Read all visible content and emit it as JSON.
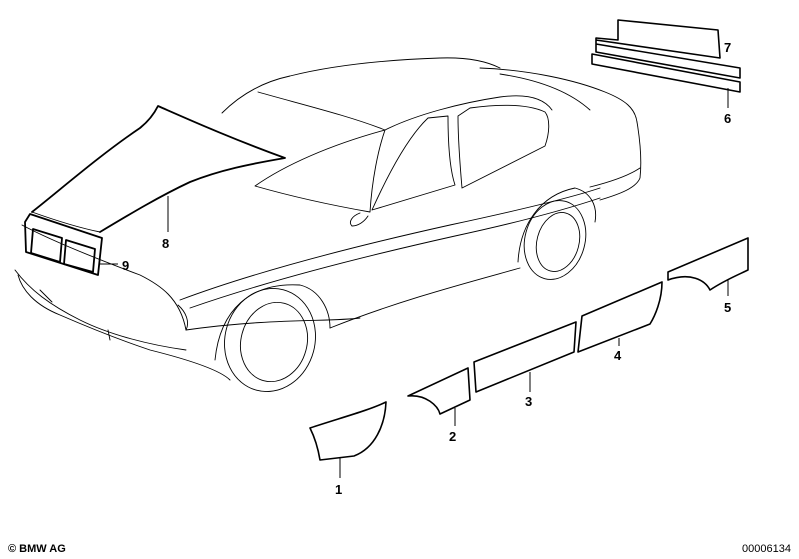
{
  "callouts": {
    "p1": "1",
    "p2": "2",
    "p3": "3",
    "p4": "4",
    "p5": "5",
    "p6": "6",
    "p7": "7",
    "p8": "8",
    "p9": "9"
  },
  "footer": {
    "copyright": "© BMW AG",
    "drawing_number": "00006134"
  },
  "colors": {
    "line": "#000000",
    "background": "#ffffff"
  }
}
